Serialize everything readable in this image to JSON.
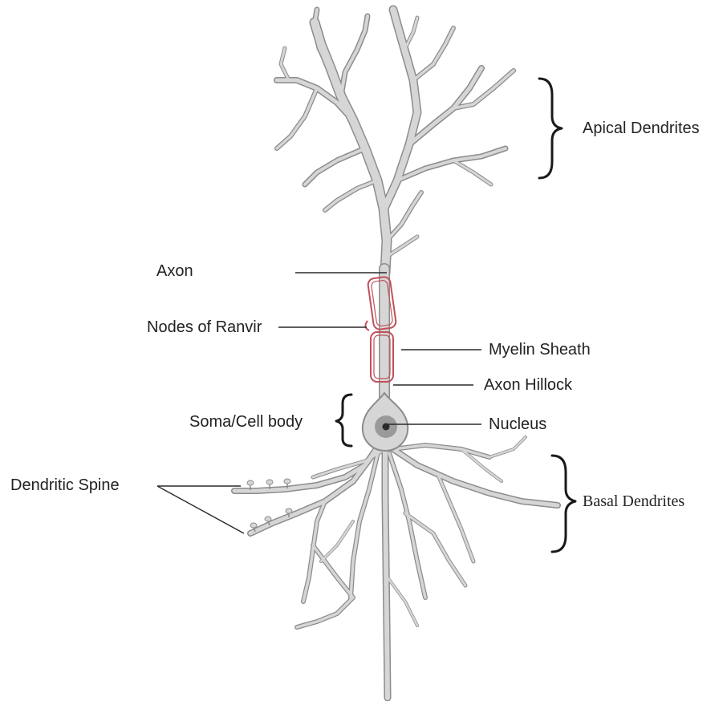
{
  "labels": {
    "apical_dendrites": "Apical Dendrites",
    "axon": "Axon",
    "nodes_of_ranvier": "Nodes of Ranvir",
    "myelin_sheath": "Myelin Sheath",
    "axon_hillock": "Axon Hillock",
    "soma": "Soma/Cell body",
    "nucleus": "Nucleus",
    "dendritic_spine": "Dendritic Spine",
    "basal_dendrites": "Basal Dendrites"
  },
  "colors": {
    "neuron_fill": "#d6d6d6",
    "neuron_outline": "#8c8c8c",
    "myelin": "#c0505a",
    "nucleus": "#9a9a9a",
    "nucleolus": "#2a2a2a",
    "label_text": "#222222"
  }
}
